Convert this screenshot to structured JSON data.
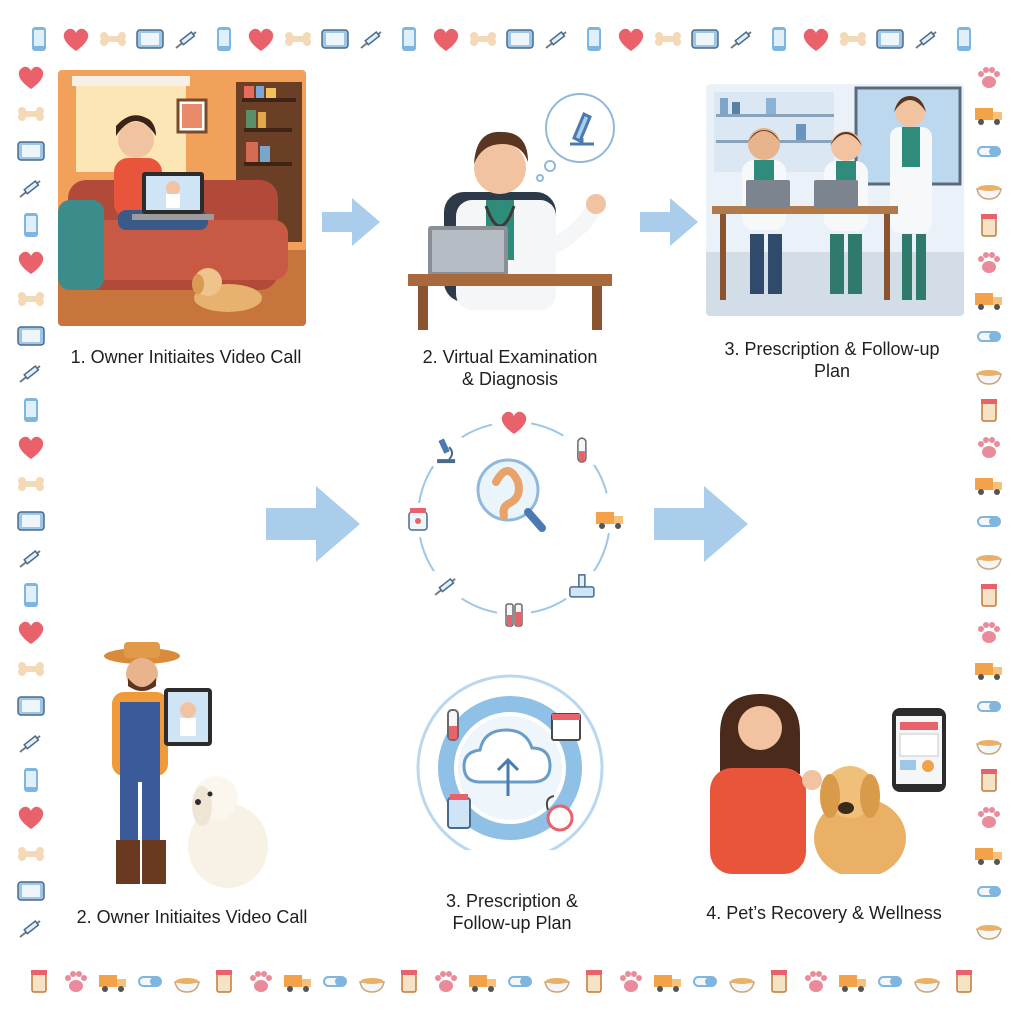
{
  "steps": [
    {
      "label": "1. Owner Initiaites Video Call"
    },
    {
      "label": "2. Virtual Examination\n& Diagnosis"
    },
    {
      "label": "3. Prescription & Follow-up\nPlan"
    },
    {
      "label": "2. Owner Initiaites Video Call"
    },
    {
      "label": "3. Prescription &\nFollow-up Plan"
    },
    {
      "label": "4. Pet’s Recovery & Wellness"
    }
  ],
  "colors": {
    "arrow": "#a9cdeb",
    "ring": "#9ec6e6",
    "heart": "#e8616b",
    "paw": "#e98b9a",
    "bone": "#f3d9b8",
    "orange": "#f4a24a",
    "blue": "#7fb6e0"
  },
  "icons": {
    "border": [
      "phone-icon",
      "pill-bottle-icon",
      "heart-icon",
      "paw-icon",
      "bone-icon",
      "truck-icon",
      "tablet-icon",
      "pill-icon",
      "syringe-icon",
      "food-bowl-icon"
    ],
    "cycle": [
      "heart-icon",
      "test-tube-icon",
      "delivery-truck-icon",
      "lab-equipment-icon",
      "blood-sample-icon",
      "syringe-icon",
      "medicine-jar-icon",
      "microscope-icon"
    ],
    "center": "magnifier-ear-icon",
    "cloud": "cloud-upload-icon"
  }
}
